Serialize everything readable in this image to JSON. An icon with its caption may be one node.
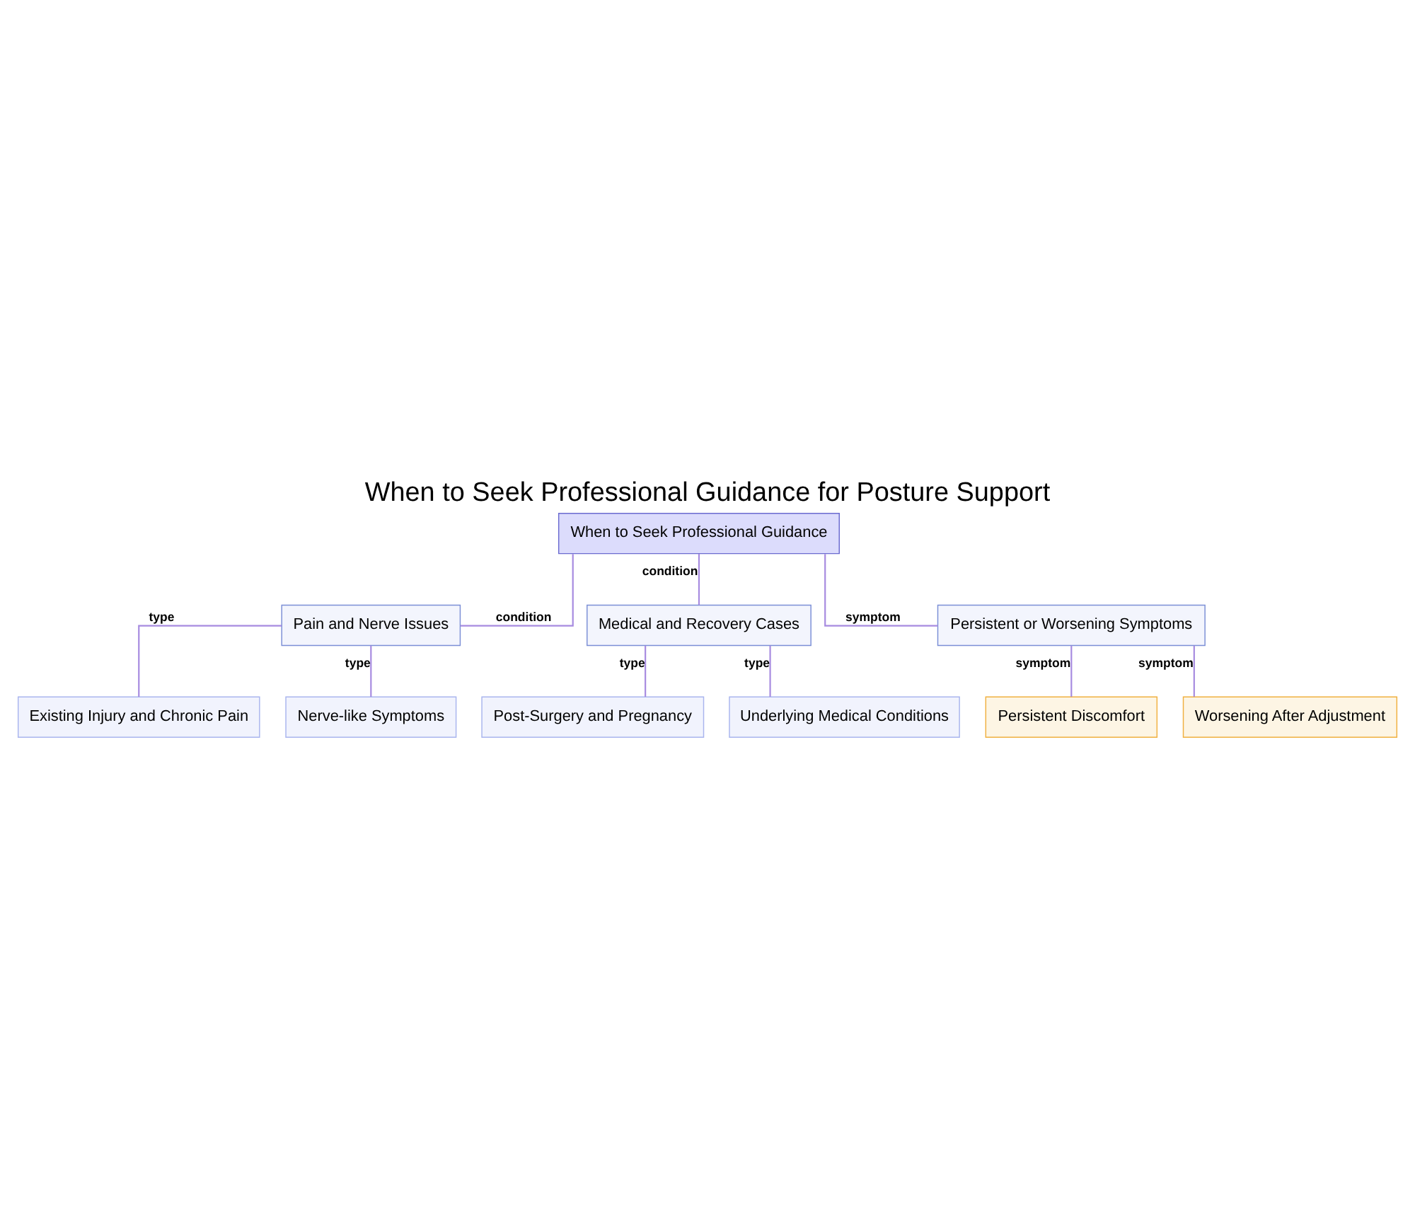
{
  "diagram": {
    "title": "When to Seek Professional Guidance for Posture Support",
    "nodes": [
      {
        "text": [
          "When to Seek Professional Guidance"
        ]
      },
      {
        "text": [
          "Pain and Nerve Issues"
        ]
      },
      {
        "text": [
          "Medical and Recovery Cases"
        ]
      },
      {
        "text": [
          "Persistent or Worsening Symptoms"
        ]
      },
      {
        "text": [
          "Existing Injury and Chronic Pain"
        ]
      },
      {
        "text": [
          "Nerve-like Symptoms"
        ]
      },
      {
        "text": [
          "Post-Surgery and Pregnancy"
        ]
      },
      {
        "text": [
          "Underlying Medical Conditions"
        ]
      },
      {
        "text": [
          "Persistent Discomfort"
        ]
      },
      {
        "text": [
          "Worsening After Adjustment"
        ]
      }
    ],
    "edges": [
      {
        "from": 0,
        "to": 1,
        "arrow": "none",
        "label": "condition"
      },
      {
        "from": 0,
        "to": 2,
        "arrow": "none",
        "label": "condition"
      },
      {
        "from": 0,
        "to": 3,
        "arrow": "none",
        "label": "symptom"
      },
      {
        "from": 1,
        "to": 4,
        "arrow": "none",
        "label": "type"
      },
      {
        "from": 1,
        "to": 5,
        "arrow": "none",
        "label": "type"
      },
      {
        "from": 2,
        "to": 6,
        "arrow": "none",
        "label": "type"
      },
      {
        "from": 2,
        "to": 7,
        "arrow": "none",
        "label": "type"
      },
      {
        "from": 3,
        "to": 8,
        "arrow": "none",
        "label": "symptom"
      },
      {
        "from": 3,
        "to": 9,
        "arrow": "none",
        "label": "symptom"
      }
    ]
  }
}
